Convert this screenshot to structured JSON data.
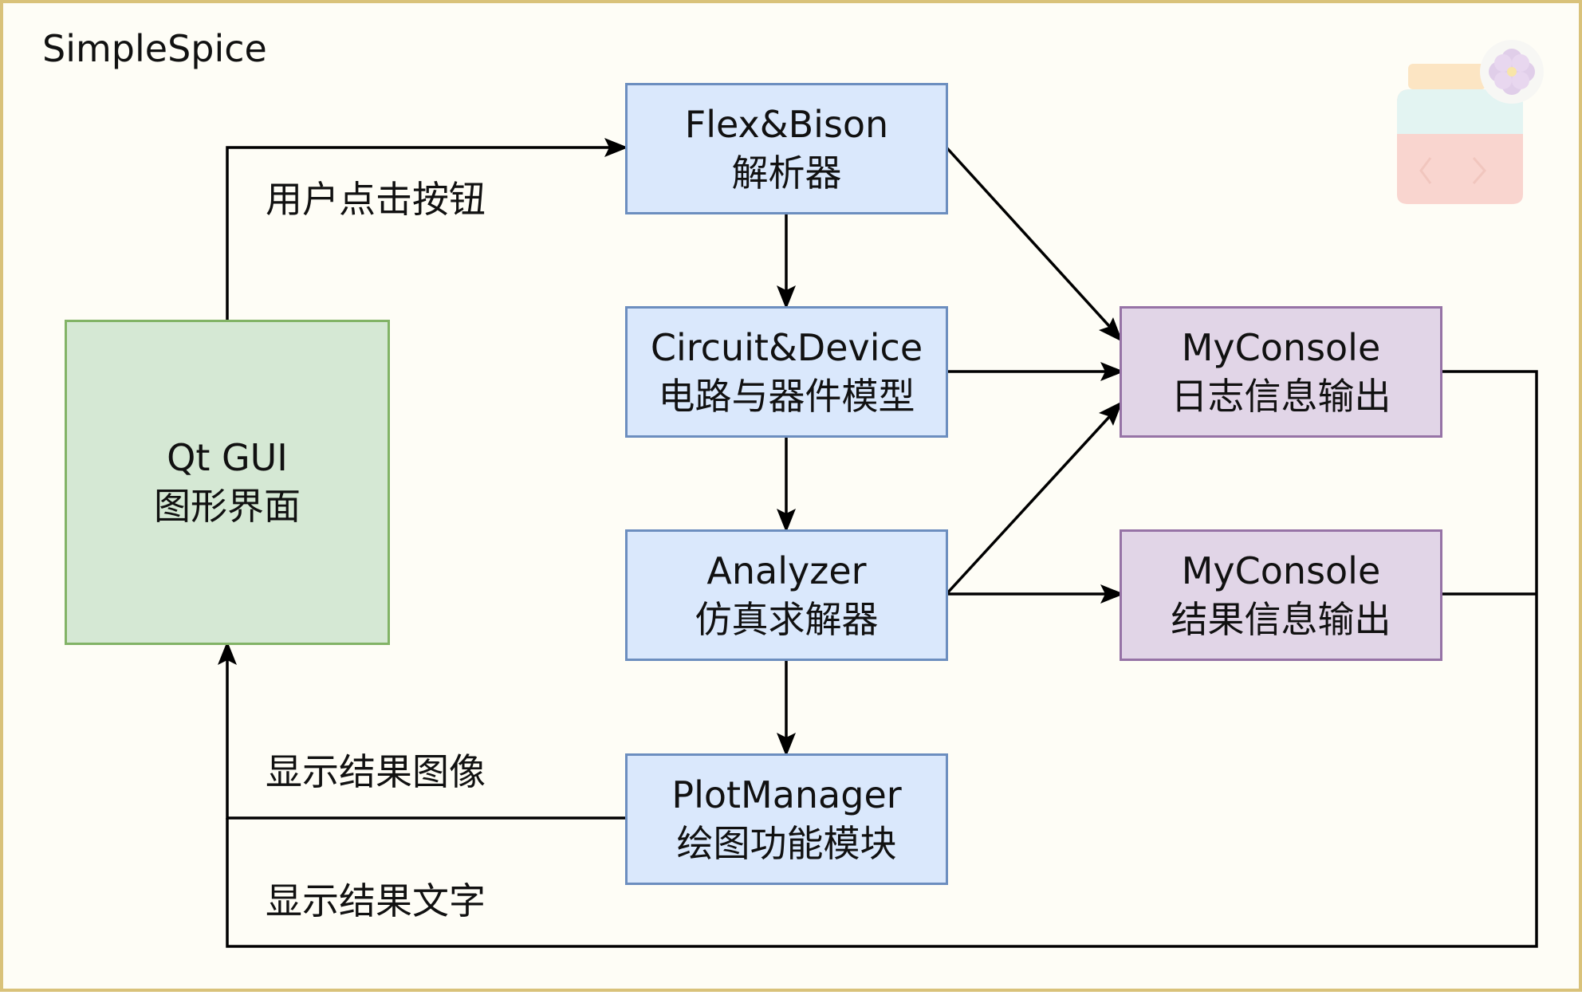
{
  "diagram": {
    "title": "SimpleSpice",
    "nodes": {
      "qt_gui": {
        "line1": "Qt GUI",
        "line2": "图形界面"
      },
      "parser": {
        "line1": "Flex&Bison",
        "line2": "解析器"
      },
      "circuit": {
        "line1": "Circuit&Device",
        "line2": "电路与器件模型"
      },
      "analyzer": {
        "line1": "Analyzer",
        "line2": "仿真求解器"
      },
      "plot": {
        "line1": "PlotManager",
        "line2": "绘图功能模块"
      },
      "log_console": {
        "line1": "MyConsole",
        "line2": "日志信息输出"
      },
      "result_console": {
        "line1": "MyConsole",
        "line2": "结果信息输出"
      }
    },
    "edge_labels": {
      "user_click": "用户点击按钮",
      "show_image": "显示结果图像",
      "show_text": "显示结果文字"
    },
    "colors": {
      "blue_fill": "#dae8fc",
      "blue_stroke": "#6c8ebf",
      "green_fill": "#d5e8d4",
      "green_stroke": "#82b366",
      "purple_fill": "#e1d5e7",
      "purple_stroke": "#9673a6",
      "frame": "#d9c27a"
    }
  }
}
